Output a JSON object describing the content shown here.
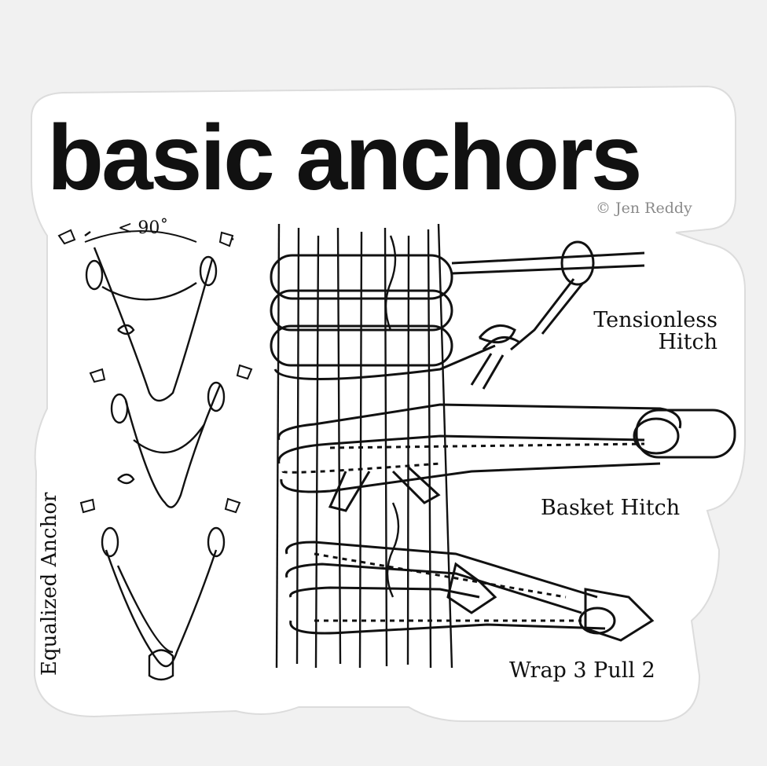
{
  "sticker": {
    "title": "basic anchors",
    "credit": "© Jen Reddy",
    "angle_label": "< 90˚"
  },
  "labels": {
    "tensionless_line1": "Tensionless",
    "tensionless_line2": "Hitch",
    "basket": "Basket Hitch",
    "wrap": "Wrap 3 Pull 2",
    "equalized": "Equalized Anchor"
  },
  "colors": {
    "background": "#f1f1f1",
    "sticker": "#ffffff",
    "ink": "#111111",
    "credit": "#8a8a8a"
  }
}
